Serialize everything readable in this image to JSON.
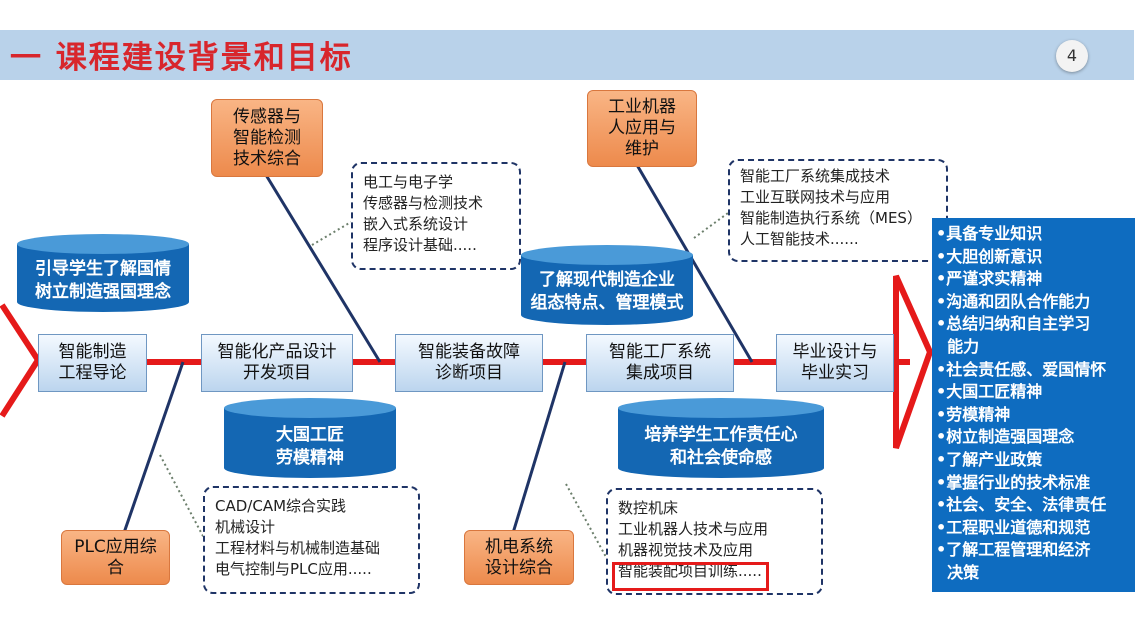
{
  "header": {
    "title": "一 课程建设背景和目标",
    "page_number": "4"
  },
  "main_path": [
    "智能制造\n工程导论",
    "智能化产品设计\n开发项目",
    "智能装备故障\n诊断项目",
    "智能工厂系统\n集成项目",
    "毕业设计与\n毕业实习"
  ],
  "branches": {
    "sensors": "传感器与\n智能检测\n技术综合",
    "robot": "工业机器\n人应用与\n维护",
    "plc": "PLC应用综\n合",
    "mech": "机电系统\n设计综合"
  },
  "course_lists": {
    "top_left": [
      "电工与电子学",
      "传感器与检测技术",
      "嵌入式系统设计",
      "程序设计基础....."
    ],
    "top_right": [
      "智能工厂系统集成技术",
      "工业互联网技术与应用",
      "智能制造执行系统（MES）",
      "人工智能技术......"
    ],
    "bottom_left": [
      "CAD/CAM综合实践",
      "机械设计",
      "工程材料与机械制造基础",
      "电气控制与PLC应用....."
    ],
    "bottom_right": [
      "数控机床",
      "工业机器人技术与应用",
      "机器视觉技术及应用",
      "智能装配项目训练....."
    ]
  },
  "goals": {
    "guide": "引导学生了解国情\n树立制造强国理念",
    "enterprise": "了解现代制造企业\n组态特点、管理模式",
    "craftsman": "大国工匠\n劳模精神",
    "responsibility": "培养学生工作责任心\n和社会使命感"
  },
  "outcomes": [
    "•具备专业知识",
    "•大胆创新意识",
    "•严谨求实精神",
    "•沟通和团队合作能力",
    "•总结归纳和自主学习",
    "  能力",
    "•社会责任感、爱国情怀",
    "•大国工匠精神",
    "•劳模精神",
    "•树立制造强国理念",
    "•了解产业政策",
    "•掌握行业的技术标准",
    "•社会、安全、法律责任",
    "•工程职业道德和规范",
    "•了解工程管理和经济",
    "  决策"
  ],
  "colors": {
    "title_red": "#d8262c",
    "header_band": "#b9d2ea",
    "spine_red": "#e51a1a",
    "bone_navy": "#1f3466",
    "cylinder_blue": "#1467b3",
    "panel_blue": "#0e6cc0",
    "branch_orange": "#ed8a4c"
  }
}
